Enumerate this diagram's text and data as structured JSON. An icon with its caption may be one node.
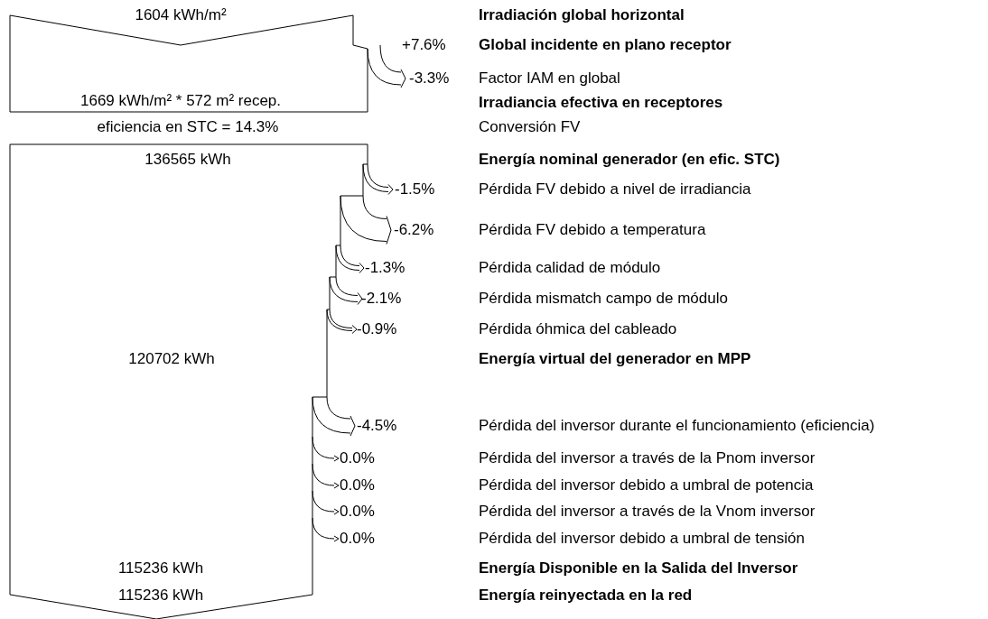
{
  "diagram": {
    "labels": [
      "1604 kWh/m²",
      "Irradiación global horizontal",
      "+7.6%",
      "Global incidente en plano receptor",
      "-3.3%",
      "Factor IAM en global",
      "1669 kWh/m² * 572 m² recep.",
      "Irradiancia efectiva en receptores",
      "eficiencia en STC = 14.3%",
      "Conversión FV",
      "136565 kWh",
      "Energía nominal generador (en efic. STC)",
      "-1.5%",
      "Pérdida FV debido a nivel de irradiancia",
      "-6.2%",
      "Pérdida FV debido a temperatura",
      "-1.3%",
      "Pérdida calidad de módulo",
      "-2.1%",
      "Pérdida mismatch campo de módulo",
      "-0.9%",
      "Pérdida óhmica del cableado",
      "120702 kWh",
      "Energía virtual del generador en MPP",
      "-4.5%",
      "Pérdida del inversor durante el funcionamiento (eficiencia)",
      "0.0%",
      "Pérdida del inversor a través de la Pnom inversor",
      "0.0%",
      "Pérdida del inversor debido a umbral de potencia",
      "0.0%",
      "Pérdida del inversor a través de la Vnom inversor",
      "0.0%",
      "Pérdida del inversor debido a umbral de tensión",
      "115236 kWh",
      "Energía Disponible en la Salida del Inversor",
      "115236 kWh",
      "Energía reinyectada en la red"
    ]
  }
}
